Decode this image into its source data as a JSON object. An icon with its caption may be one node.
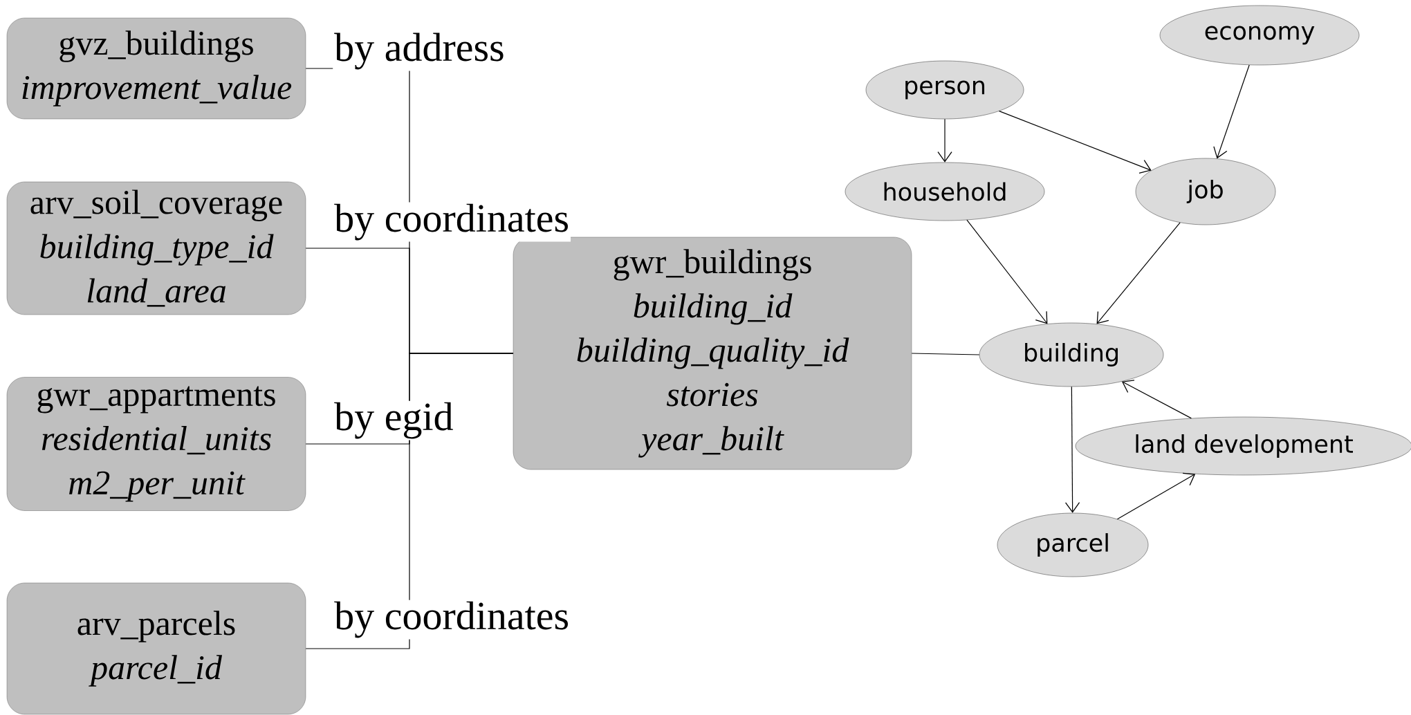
{
  "diagram": {
    "nodes": [
      {
        "text": [
          "gvz_buildings",
          "improvement_value"
        ]
      },
      {
        "text": [
          "arv_soil_coverage",
          "building_type_id",
          "land_area"
        ]
      },
      {
        "text": [
          "gwr_appartments",
          "residential_units",
          "m2_per_unit"
        ]
      },
      {
        "text": [
          "arv_parcels",
          "parcel_id"
        ]
      },
      {
        "text": [
          "gwr_buildings",
          "building_id",
          "building_quality_id",
          "stories",
          "year_built"
        ]
      },
      {
        "text": [
          "economy"
        ]
      },
      {
        "text": [
          "person"
        ]
      },
      {
        "text": [
          "household"
        ]
      },
      {
        "text": [
          "job"
        ]
      },
      {
        "text": [
          "building"
        ]
      },
      {
        "text": [
          "land development"
        ]
      },
      {
        "text": [
          "parcel"
        ]
      }
    ],
    "edges": [
      {
        "from": 0,
        "to": 4,
        "arrow": "none",
        "label": "by address"
      },
      {
        "from": 1,
        "to": 4,
        "arrow": "none",
        "label": "by coordinates"
      },
      {
        "from": 2,
        "to": 4,
        "arrow": "none",
        "label": "by egid"
      },
      {
        "from": 3,
        "to": 4,
        "arrow": "none",
        "label": "by coordinates"
      },
      {
        "from": 4,
        "to": 9,
        "arrow": "none"
      },
      {
        "from": 6,
        "to": 7,
        "arrow": "to"
      },
      {
        "from": 6,
        "to": 8,
        "arrow": "to"
      },
      {
        "from": 5,
        "to": 8,
        "arrow": "to"
      },
      {
        "from": 7,
        "to": 9,
        "arrow": "to"
      },
      {
        "from": 8,
        "to": 9,
        "arrow": "to"
      },
      {
        "from": 10,
        "to": 9,
        "arrow": "to"
      },
      {
        "from": 9,
        "to": 11,
        "arrow": "to"
      },
      {
        "from": 11,
        "to": 10,
        "arrow": "to"
      }
    ]
  }
}
